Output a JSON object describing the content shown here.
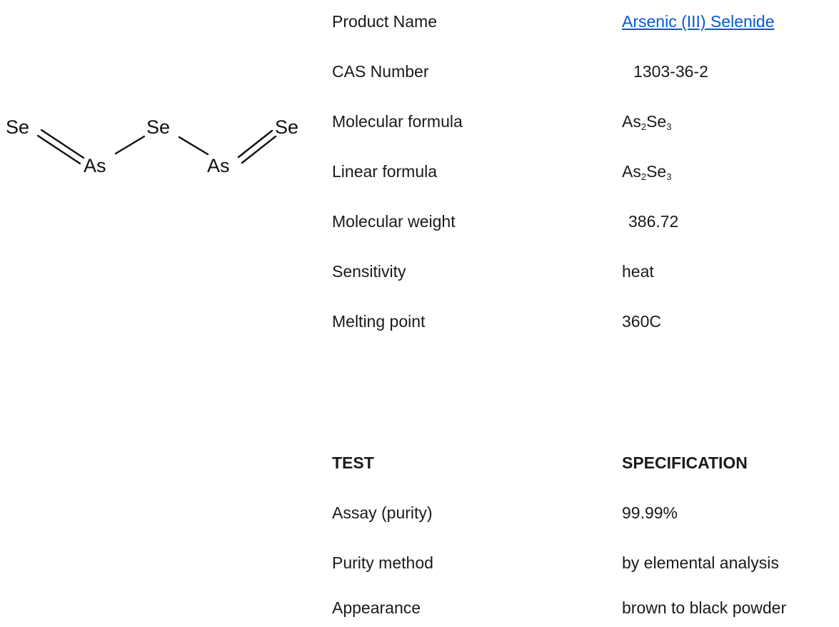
{
  "structure": {
    "atoms": [
      "Se",
      "As",
      "Se",
      "As",
      "Se"
    ]
  },
  "properties": [
    {
      "label": "Product Name",
      "value": "Arsenic (III) Selenide",
      "link": true
    },
    {
      "label": "CAS Number",
      "value": "1303-36-2"
    },
    {
      "label": "Molecular formula",
      "formula": {
        "a": "As",
        "a_sub": "2",
        "b": "Se",
        "b_sub": "3"
      }
    },
    {
      "label": "Linear formula",
      "formula": {
        "a": "As",
        "a_sub": "2",
        "b": "Se",
        "b_sub": "3"
      }
    },
    {
      "label": "Molecular weight",
      "value": "386.72"
    },
    {
      "label": "Sensitivity",
      "value": "heat"
    },
    {
      "label": "Melting point",
      "value": "360C"
    }
  ],
  "specs": {
    "header_test": "TEST",
    "header_spec": "SPECIFICATION",
    "rows": [
      {
        "test": "Assay (purity)",
        "spec": "99.99%"
      },
      {
        "test": "Purity method",
        "spec": "by elemental analysis"
      },
      {
        "test": "Appearance",
        "spec": "brown to black powder"
      }
    ]
  }
}
